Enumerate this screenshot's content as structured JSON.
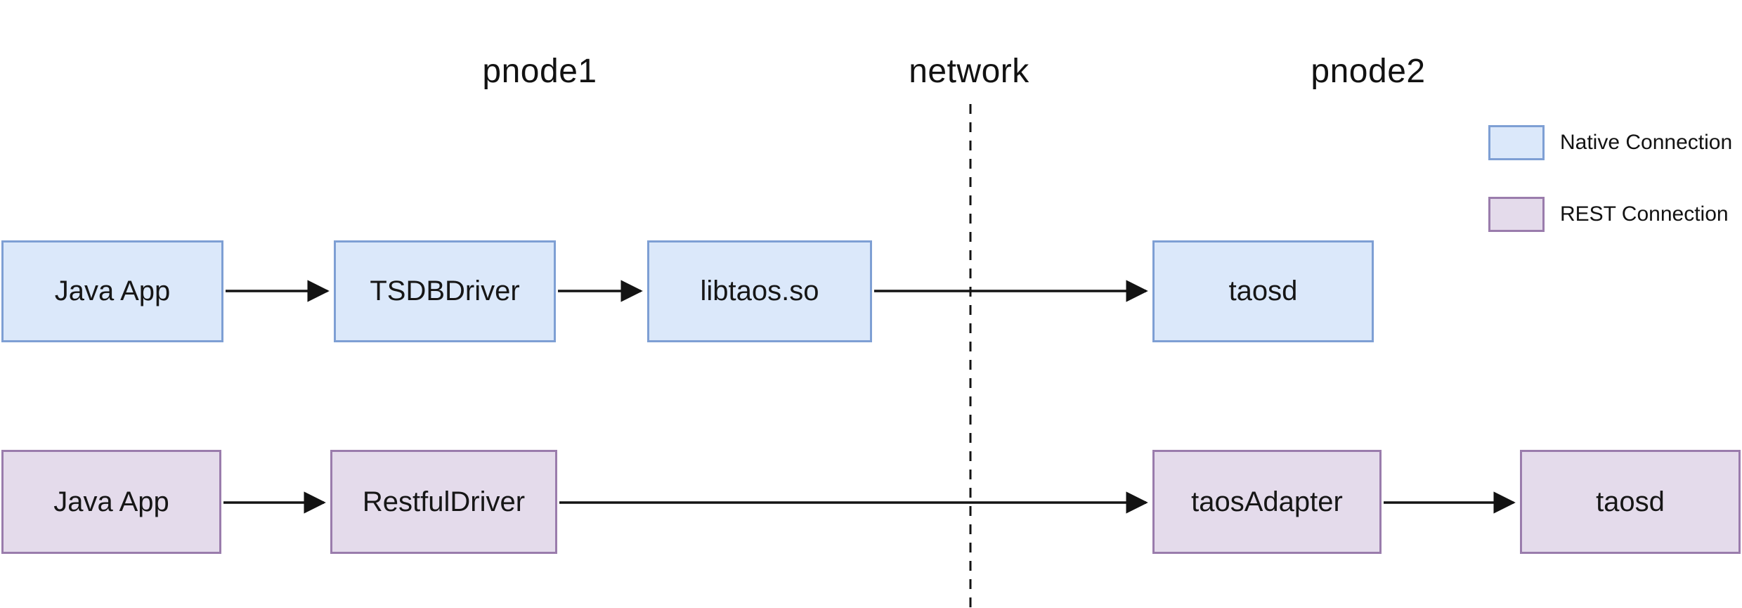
{
  "zones": {
    "pnode1": "pnode1",
    "network": "network",
    "pnode2": "pnode2"
  },
  "nodes": {
    "native_java_app": "Java App",
    "native_tsdbdriver": "TSDBDriver",
    "native_libtaos": "libtaos.so",
    "native_taosd": "taosd",
    "rest_java_app": "Java App",
    "rest_restfuldriver": "RestfulDriver",
    "rest_taosadapter": "taosAdapter",
    "rest_taosd": "taosd"
  },
  "legend": {
    "native_label": "Native Connection",
    "rest_label": "REST Connection"
  },
  "colors": {
    "native_fill": "#dbe8fa",
    "native_stroke": "#7e9fd4",
    "rest_fill": "#e4dbeb",
    "rest_stroke": "#9a7cac",
    "line": "#131313"
  }
}
